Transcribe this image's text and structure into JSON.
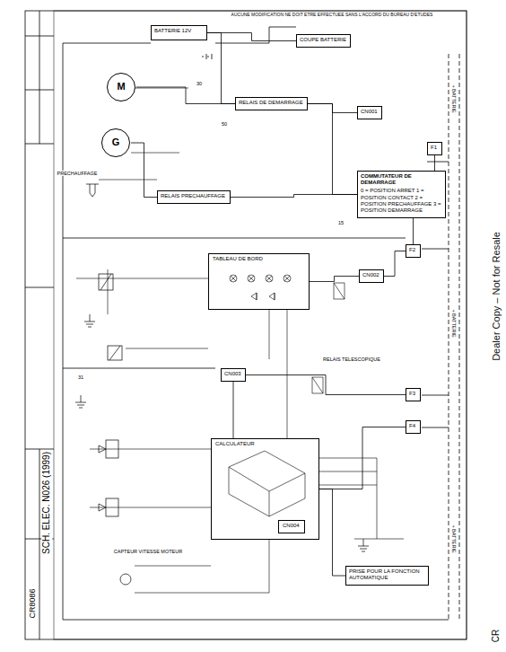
{
  "diagram": {
    "nodes": [
      {
        "text": [
          "BATTERIE 12V"
        ]
      },
      {
        "text": [
          "COUPE BATTERIE"
        ]
      },
      {
        "text": [
          "M"
        ]
      },
      {
        "text": [
          "G"
        ]
      },
      {
        "text": [
          "RELAIS DE DEMARRAGE"
        ]
      },
      {
        "text": [
          "CN001"
        ]
      },
      {
        "text": [
          "F1"
        ]
      },
      {
        "text": [
          "COMMUTATEUR DE DEMARRAGE",
          "0 = POSITION ARRET 1 = POSITION CONTACT 2 = POSITION PRECHAUFFAGE 3 = POSITION DEMARRAGE"
        ]
      },
      {
        "text": [
          "RELAIS PRECHAUFFAGE"
        ]
      },
      {
        "text": [
          "F2"
        ]
      },
      {
        "text": [
          "CN002"
        ]
      },
      {
        "text": [
          "TABLEAU DE BORD"
        ]
      },
      {
        "text": [
          "F3"
        ]
      },
      {
        "text": [
          "F4"
        ]
      },
      {
        "text": [
          "CN003"
        ]
      },
      {
        "text": [
          "CALCULATEUR"
        ]
      },
      {
        "text": [
          "CN004"
        ],
        "in": 15
      },
      {
        "text": [
          "PRISE POUR LA FONCTION AUTOMATIQUE"
        ]
      }
    ],
    "edges": [
      {
        "from": 0,
        "to": 1,
        "arrow": "none"
      },
      {
        "from": 0,
        "to": 4,
        "arrow": "none"
      },
      {
        "from": 4,
        "to": 2,
        "arrow": "none"
      },
      {
        "from": 4,
        "to": 5,
        "arrow": "none"
      },
      {
        "from": 7,
        "to": 4,
        "arrow": "none"
      },
      {
        "from": 6,
        "to": 7,
        "arrow": "none"
      },
      {
        "from": 7,
        "to": 8,
        "arrow": "none"
      },
      {
        "from": 3,
        "to": 8,
        "arrow": "none"
      },
      {
        "from": 7,
        "to": 9,
        "arrow": "none"
      },
      {
        "from": 9,
        "to": 10,
        "arrow": "none"
      },
      {
        "from": 10,
        "to": 11,
        "arrow": "none"
      },
      {
        "from": 12,
        "to": 14,
        "arrow": "none"
      },
      {
        "from": 14,
        "to": 15,
        "arrow": "none"
      },
      {
        "from": 13,
        "to": 15,
        "arrow": "none"
      },
      {
        "from": 15,
        "to": 17,
        "arrow": "none"
      }
    ],
    "labels": [
      "AUCUNE MODIFICATION NE DOIT ETRE EFFECTUEE SANS L'ACCORD DU BUREAU D'ETUDES",
      "Dealer Copy – Not for Resale",
      "+ BATTERIE",
      "+ BATTERIE",
      "+ BATTERIE",
      "PRECHAUFFAGE",
      "CAPTEUR VITESSE MOTEUR",
      "RELAIS TELESCOPIQUE",
      "SCH. ELEC. N026 (1999)",
      "CR8086",
      "CR",
      "30",
      "50",
      "15",
      "31"
    ]
  }
}
